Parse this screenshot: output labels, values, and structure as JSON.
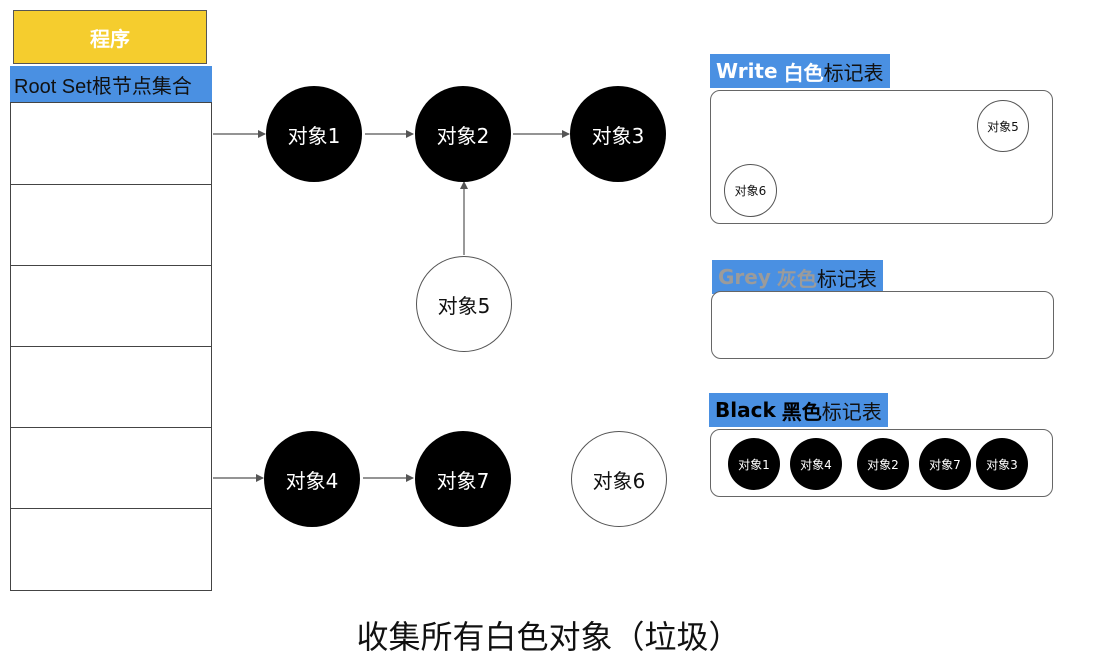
{
  "program": {
    "label": "程序"
  },
  "root_set": {
    "label": "Root Set根节点集合",
    "row_count": 6
  },
  "nodes": {
    "obj1": "对象1",
    "obj2": "对象2",
    "obj3": "对象3",
    "obj4": "对象4",
    "obj5": "对象5",
    "obj6": "对象6",
    "obj7": "对象7"
  },
  "tables": {
    "white": {
      "label_en": "Write",
      "label_color": "白色",
      "label_suffix": "标记表",
      "items": [
        "对象5",
        "对象6"
      ]
    },
    "grey": {
      "label_en": "Grey",
      "label_color": "灰色",
      "label_suffix": "标记表",
      "items": []
    },
    "black": {
      "label_en": "Black",
      "label_color": "黑色",
      "label_suffix": "标记表",
      "items": [
        "对象1",
        "对象4",
        "对象2",
        "对象7",
        "对象3"
      ]
    }
  },
  "caption": "收集所有白色对象（垃圾）",
  "colors": {
    "program_fill": "#f5cd2e",
    "label_fill": "#4a90e2",
    "black_node": "#000000",
    "white_node": "#ffffff",
    "grey_text": "#9b9b9b"
  }
}
